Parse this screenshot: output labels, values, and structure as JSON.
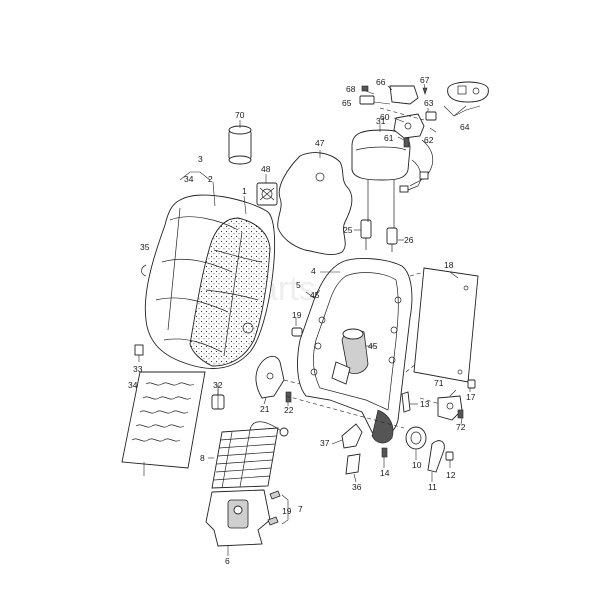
{
  "diagram": {
    "labels": {
      "p1": "1",
      "p2": "2",
      "p3": "3",
      "p4": "4",
      "p5": "5",
      "p6": "6",
      "p7": "7",
      "p8": "8",
      "p10": "10",
      "p11": "11",
      "p12": "12",
      "p13": "13",
      "p14": "14",
      "p17": "17",
      "p18": "18",
      "p19a": "19",
      "p19b": "19",
      "p21": "21",
      "p22": "22",
      "p25": "25",
      "p26": "26",
      "p31": "31",
      "p32": "32",
      "p33": "33",
      "p34a": "34",
      "p34b": "34",
      "p35": "35",
      "p36": "36",
      "p37": "37",
      "p45a": "45",
      "p45b": "45",
      "p47": "47",
      "p48": "48",
      "p60": "60",
      "p61": "61",
      "p62": "62",
      "p63": "63",
      "p64": "64",
      "p65": "65",
      "p66": "66",
      "p67": "67",
      "p68": "68",
      "p70": "70",
      "p71": "71",
      "p72": "72"
    }
  }
}
